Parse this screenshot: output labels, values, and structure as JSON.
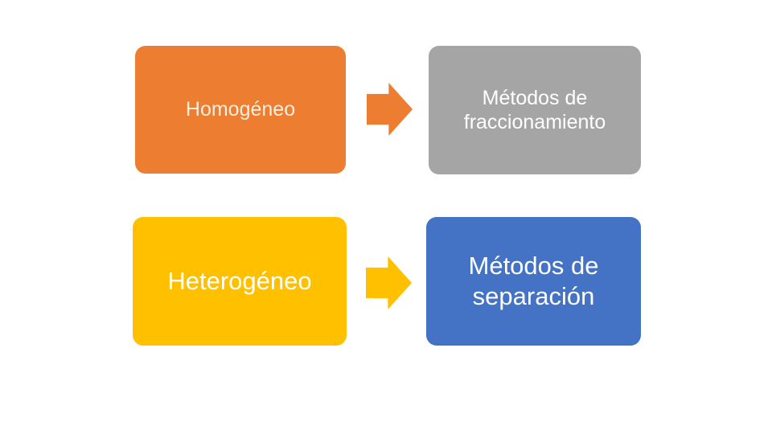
{
  "page": {
    "background_color": "#ffffff"
  },
  "diagram": {
    "type": "process-flow",
    "rows": [
      {
        "source": {
          "label": "Homogéneo",
          "fill": "#ED7D31",
          "text_color": "#F6EFDF"
        },
        "arrow": {
          "icon": "right-block-arrow",
          "fill": "#ED7D31"
        },
        "target": {
          "label": "Métodos de fraccionamiento",
          "lines": [
            "Métodos de",
            "fraccionamiento"
          ],
          "fill": "#A5A5A5",
          "text_color": "#FFFFFF"
        }
      },
      {
        "source": {
          "label": "Heterogéneo",
          "fill": "#FFC000",
          "text_color": "#FFFFFF"
        },
        "arrow": {
          "icon": "right-block-arrow",
          "fill": "#FFC000"
        },
        "target": {
          "label": "Métodos de separación",
          "lines": [
            "Métodos de",
            "separación"
          ],
          "fill": "#4472C4",
          "text_color": "#FFFFFF"
        }
      }
    ]
  }
}
